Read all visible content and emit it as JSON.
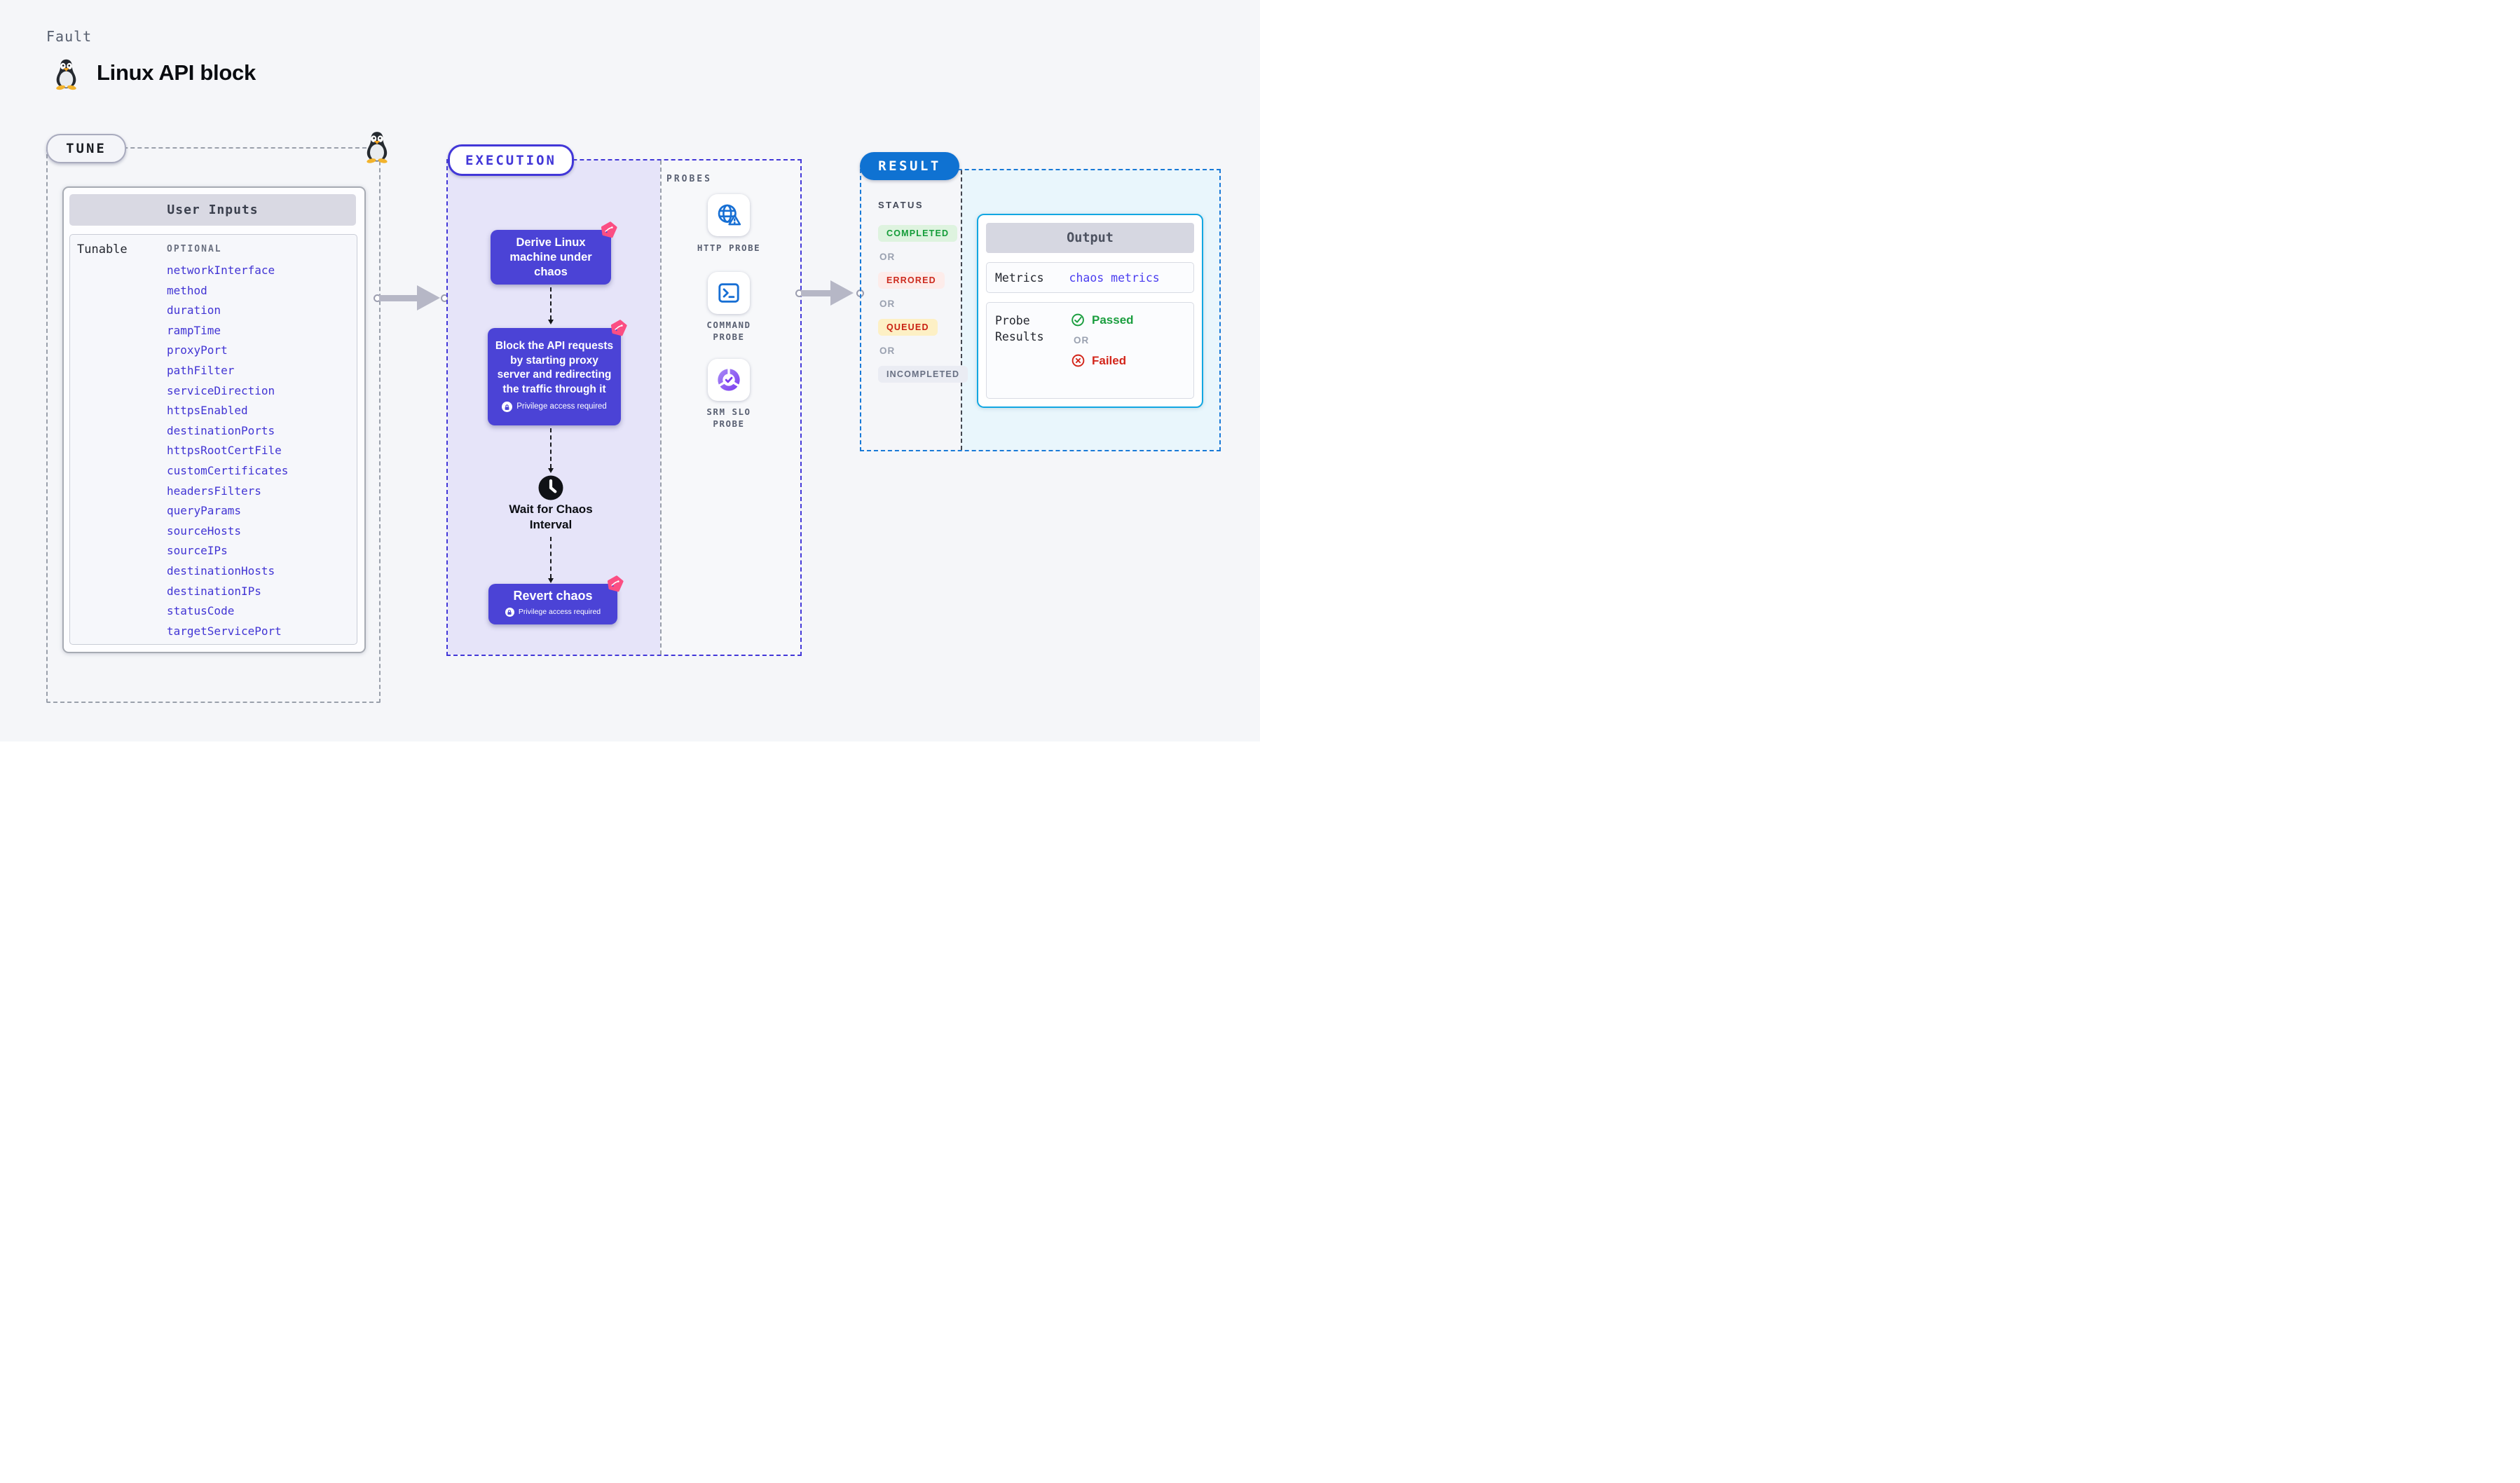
{
  "header": {
    "eyebrow": "Fault",
    "title": "Linux API block"
  },
  "tune": {
    "label": "TUNE",
    "card_title": "User Inputs",
    "row_label": "Tunable",
    "row_tag": "OPTIONAL",
    "tunables": [
      "networkInterface",
      "method",
      "duration",
      "rampTime",
      "proxyPort",
      "pathFilter",
      "serviceDirection",
      "httpsEnabled",
      "destinationPorts",
      "httpsRootCertFile",
      "customCertificates",
      "headersFilters",
      "queryParams",
      "sourceHosts",
      "sourceIPs",
      "destinationHosts",
      "destinationIPs",
      "statusCode",
      "targetServicePort"
    ]
  },
  "execution": {
    "label": "EXECUTION",
    "step1": "Derive Linux machine under chaos",
    "step2": "Block the API requests by starting proxy server and redirecting the traffic through it",
    "wait_step": "Wait for Chaos Interval",
    "revert_step": "Revert chaos",
    "privilege_note": "Privilege access required"
  },
  "probes": {
    "label": "PROBES",
    "items": [
      {
        "name": "HTTP PROBE",
        "icon": "globe-alert-icon"
      },
      {
        "name": "COMMAND PROBE",
        "icon": "terminal-icon"
      },
      {
        "name": "SRM SLO PROBE",
        "icon": "slo-pie-icon"
      }
    ]
  },
  "result": {
    "label": "RESULT",
    "status_heading": "STATUS",
    "or_label": "OR",
    "statuses": [
      {
        "label": "COMPLETED",
        "fg": "#149c38",
        "bg": "#def3df"
      },
      {
        "label": "ERRORED",
        "fg": "#cc2a1d",
        "bg": "#fdecea"
      },
      {
        "label": "QUEUED",
        "fg": "#c92012",
        "bg": "#fdf0c5"
      },
      {
        "label": "INCOMPLETED",
        "fg": "#687083",
        "bg": "#eaecf3"
      }
    ],
    "output": {
      "title": "Output",
      "metrics_label": "Metrics",
      "metrics_value": "chaos metrics",
      "probe_results_label": "Probe Results",
      "passed_label": "Passed",
      "failed_label": "Failed",
      "or_label": "OR"
    }
  },
  "colors": {
    "accent_indigo": "#4b43d6",
    "accent_blue": "#0f72d2",
    "accent_cyan": "#12a7e2",
    "accent_pink": "#fb4e83",
    "passed_green": "#1b9e3f",
    "failed_red": "#d3261b"
  }
}
